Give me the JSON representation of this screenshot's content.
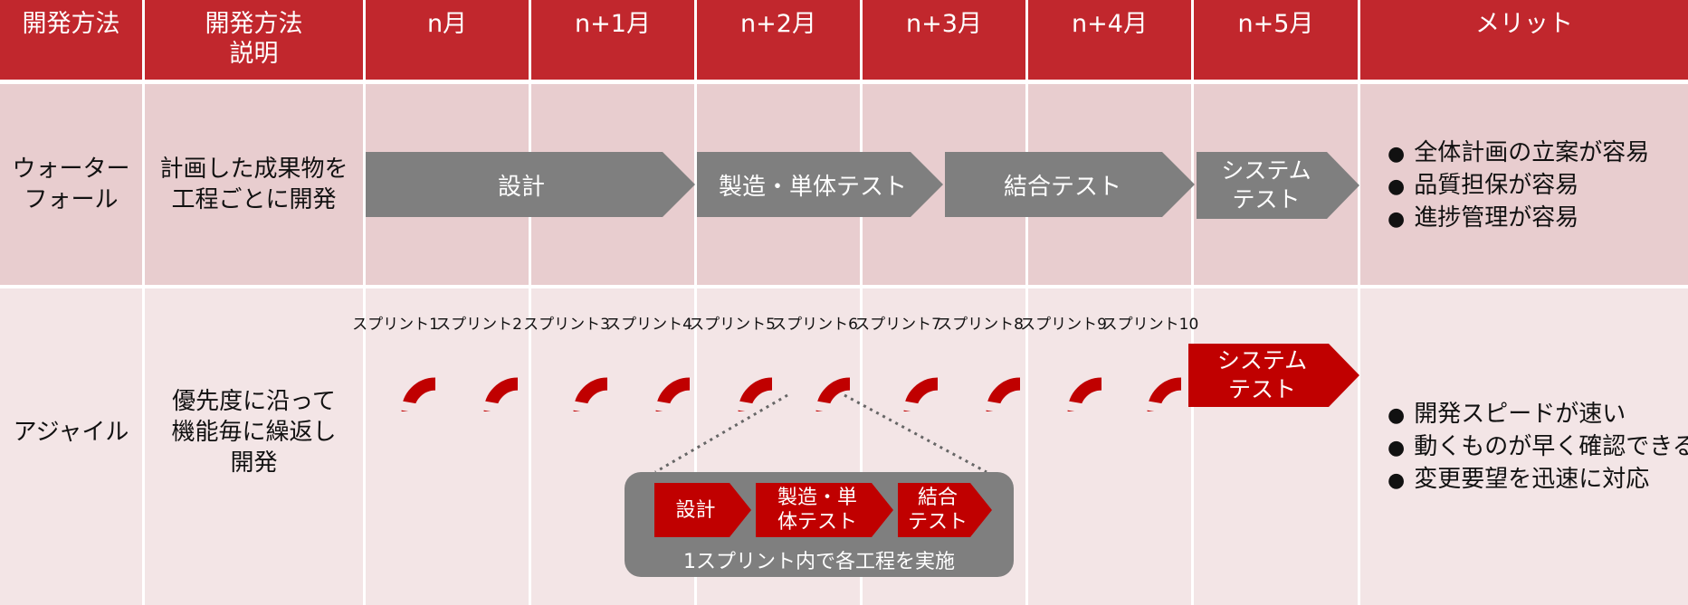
{
  "header": {
    "col_method": "開発方法",
    "col_description": "開発方法\n説明",
    "months": [
      "n月",
      "n+1月",
      "n+2月",
      "n+3月",
      "n+4月",
      "n+5月"
    ],
    "col_merit": "メリット"
  },
  "waterfall": {
    "name": "ウォーター\nフォール",
    "description": "計画した成果物を\n工程ごとに開発",
    "phases": [
      "設計",
      "製造・単体テスト",
      "結合テスト",
      "システム\nテスト"
    ],
    "merits": [
      "全体計画の立案が容易",
      "品質担保が容易",
      "進捗管理が容易"
    ]
  },
  "agile": {
    "name": "アジャイル",
    "description": "優先度に沿って\n機能毎に繰返し\n開発",
    "sprints": [
      "スプリント1",
      "スプリント2",
      "スプリント3",
      "スプリント4",
      "スプリント5",
      "スプリント6",
      "スプリント7",
      "スプリント8",
      "スプリント9",
      "スプリント10"
    ],
    "system_test": "システム\nテスト",
    "sprint_detail": {
      "steps": [
        "設計",
        "製造・単\n体テスト",
        "結合\nテスト"
      ],
      "caption": "1スプリント内で各工程を実施"
    },
    "merits": [
      "開発スピードが速い",
      "動くものが早く確認できる",
      "変更要望を迅速に対応"
    ]
  },
  "colors": {
    "accent_red": "#c1272d",
    "arrow_red": "#c00000",
    "arrow_gray": "#7f7f7f",
    "waterfall_bg": "#e8cdcf",
    "agile_bg": "#f3e5e6"
  },
  "icons": {
    "sprint_cycle": "cycle-arrows-icon"
  }
}
